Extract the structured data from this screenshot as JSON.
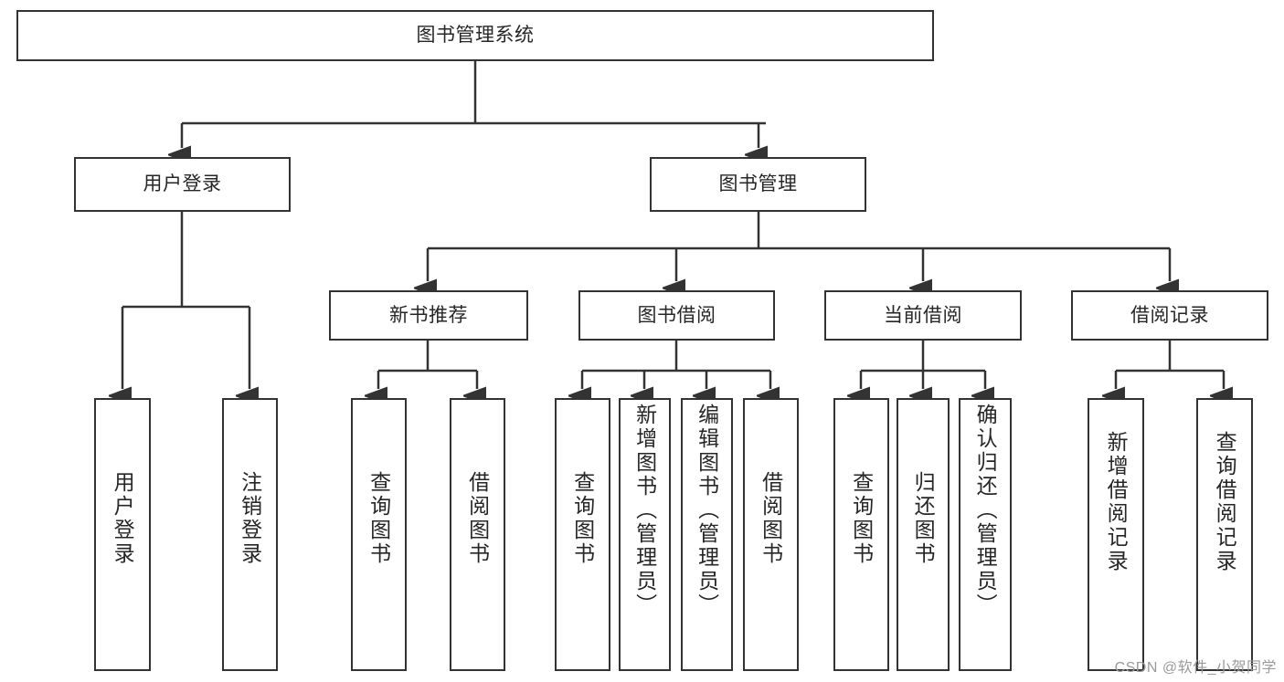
{
  "diagram": {
    "title": "图书管理系统",
    "watermark": "CSDN @软件_小贺同学",
    "colors": {
      "box_border": "#333333",
      "box_fill": "#ffffff",
      "connector": "#333333",
      "text": "#262626",
      "watermark": "#9a9a9a",
      "background": "#ffffff"
    },
    "nodes": {
      "root": {
        "label": "图书管理系统",
        "level": 0,
        "orientation": "horizontal"
      },
      "user_login": {
        "label": "用户登录",
        "level": 1,
        "orientation": "horizontal"
      },
      "book_manage": {
        "label": "图书管理",
        "level": 1,
        "orientation": "horizontal"
      },
      "new_book_rec": {
        "label": "新书推荐",
        "level": 2,
        "orientation": "horizontal"
      },
      "book_borrow": {
        "label": "图书借阅",
        "level": 2,
        "orientation": "horizontal"
      },
      "current_borrow": {
        "label": "当前借阅",
        "level": 2,
        "orientation": "horizontal"
      },
      "borrow_record": {
        "label": "借阅记录",
        "level": 2,
        "orientation": "horizontal"
      },
      "leaf_user_login": {
        "label": "用户登录",
        "level": 3,
        "orientation": "vertical"
      },
      "leaf_logout": {
        "label": "注销登录",
        "level": 3,
        "orientation": "vertical"
      },
      "leaf_query_book_1": {
        "label": "查询图书",
        "level": 3,
        "orientation": "vertical"
      },
      "leaf_borrow_book_1": {
        "label": "借阅图书",
        "level": 3,
        "orientation": "vertical"
      },
      "leaf_query_book_2": {
        "label": "查询图书",
        "level": 3,
        "orientation": "vertical"
      },
      "leaf_add_book": {
        "label": "新增图书（管理员）",
        "level": 3,
        "orientation": "vertical"
      },
      "leaf_edit_book": {
        "label": "编辑图书（管理员）",
        "level": 3,
        "orientation": "vertical"
      },
      "leaf_borrow_book_2": {
        "label": "借阅图书",
        "level": 3,
        "orientation": "vertical"
      },
      "leaf_query_book_3": {
        "label": "查询图书",
        "level": 3,
        "orientation": "vertical"
      },
      "leaf_return_book": {
        "label": "归还图书",
        "level": 3,
        "orientation": "vertical"
      },
      "leaf_confirm_return": {
        "label": "确认归还（管理员）",
        "level": 3,
        "orientation": "vertical"
      },
      "leaf_add_record": {
        "label": "新增借阅记录",
        "level": 3,
        "orientation": "vertical"
      },
      "leaf_query_record": {
        "label": "查询借阅记录",
        "level": 3,
        "orientation": "vertical"
      }
    },
    "edges": [
      {
        "from": "root",
        "to": "user_login"
      },
      {
        "from": "root",
        "to": "book_manage"
      },
      {
        "from": "book_manage",
        "to": "new_book_rec"
      },
      {
        "from": "book_manage",
        "to": "book_borrow"
      },
      {
        "from": "book_manage",
        "to": "current_borrow"
      },
      {
        "from": "book_manage",
        "to": "borrow_record"
      },
      {
        "from": "user_login",
        "to": "leaf_user_login"
      },
      {
        "from": "user_login",
        "to": "leaf_logout"
      },
      {
        "from": "new_book_rec",
        "to": "leaf_query_book_1"
      },
      {
        "from": "new_book_rec",
        "to": "leaf_borrow_book_1"
      },
      {
        "from": "book_borrow",
        "to": "leaf_query_book_2"
      },
      {
        "from": "book_borrow",
        "to": "leaf_add_book"
      },
      {
        "from": "book_borrow",
        "to": "leaf_edit_book"
      },
      {
        "from": "book_borrow",
        "to": "leaf_borrow_book_2"
      },
      {
        "from": "current_borrow",
        "to": "leaf_query_book_3"
      },
      {
        "from": "current_borrow",
        "to": "leaf_return_book"
      },
      {
        "from": "current_borrow",
        "to": "leaf_confirm_return"
      },
      {
        "from": "borrow_record",
        "to": "leaf_add_record"
      },
      {
        "from": "borrow_record",
        "to": "leaf_query_record"
      }
    ]
  }
}
